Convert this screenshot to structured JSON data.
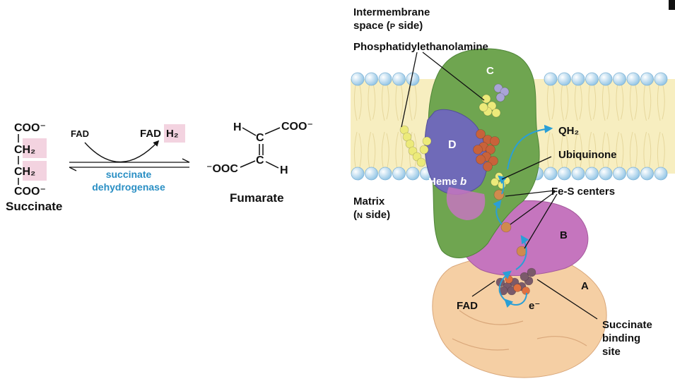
{
  "reaction": {
    "succinate": {
      "coo_top": "COO⁻",
      "ch2_a": "CH₂",
      "ch2_b": "CH₂",
      "coo_bottom": "COO⁻",
      "name": "Succinate"
    },
    "fad": "FAD",
    "fadh2_base": "FAD",
    "fadh2_h": "H₂",
    "enzyme_line1": "succinate",
    "enzyme_line2": "dehydrogenase",
    "fumarate": {
      "h_top": "H",
      "c_top": "C",
      "coo_top": "COO⁻",
      "ooc_left": "⁻OOC",
      "c_bottom": "C",
      "h_bottom": "H",
      "name": "Fumarate"
    }
  },
  "structure": {
    "intermembrane_line1": "Intermembrane",
    "intermembrane_line2_a": "space (",
    "intermembrane_line2_p": "P",
    "intermembrane_line2_b": " side)",
    "phosphatidylethanolamine": "Phosphatidylethanolamine",
    "subunit_c": "C",
    "subunit_d": "D",
    "subunit_b": "B",
    "subunit_a": "A",
    "qh2": "QH₂",
    "ubiquinone": "Ubiquinone",
    "heme_b_a": "Heme ",
    "heme_b_b": "b",
    "fes_centers": "Fe-S centers",
    "matrix_line1": "Matrix",
    "matrix_line2_a": "(",
    "matrix_line2_n": "N",
    "matrix_line2_b": " side)",
    "fad_label": "FAD",
    "electron": "e⁻",
    "succinate_site_1": "Succinate",
    "succinate_site_2": "binding",
    "succinate_site_3": "site"
  },
  "colors": {
    "highlight_pink": "#f3d3e0",
    "enzyme_blue": "#2a8fc4",
    "membrane_yellow": "#f7eec0",
    "lipid_head": "#bfe0f4",
    "subunit_c_green": "#6fa550",
    "subunit_d_purple": "#6f6ab8",
    "subunit_b_magenta": "#c575be",
    "subunit_a_peach": "#f5cfa4",
    "heme_orange": "#c8623a",
    "quinone_yellow": "#ecea7a"
  }
}
